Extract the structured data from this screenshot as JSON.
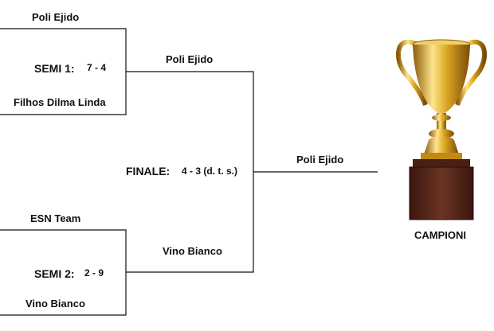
{
  "bracket": {
    "semi1": {
      "team_top": "Poli Ejido",
      "label": "SEMI 1:",
      "score": "7 - 4",
      "team_bottom": "Filhos Dilma Linda",
      "winner": "Poli Ejido"
    },
    "semi2": {
      "team_top": "ESN Team",
      "label": "SEMI 2:",
      "score": "2 - 9",
      "team_bottom": "Vino Bianco",
      "winner": "Vino Bianco"
    },
    "final": {
      "label": "FINALE:",
      "score": "4 - 3 (d. t. s.)",
      "winner": "Poli Ejido"
    }
  },
  "trophy": {
    "caption": "CAMPIONI",
    "colors": {
      "gold": "#d9a520",
      "gold_dark": "#8a5a0a",
      "gold_light": "#ffe58a",
      "wood": "#5a2a1c",
      "wood_dark": "#3a160e"
    }
  }
}
